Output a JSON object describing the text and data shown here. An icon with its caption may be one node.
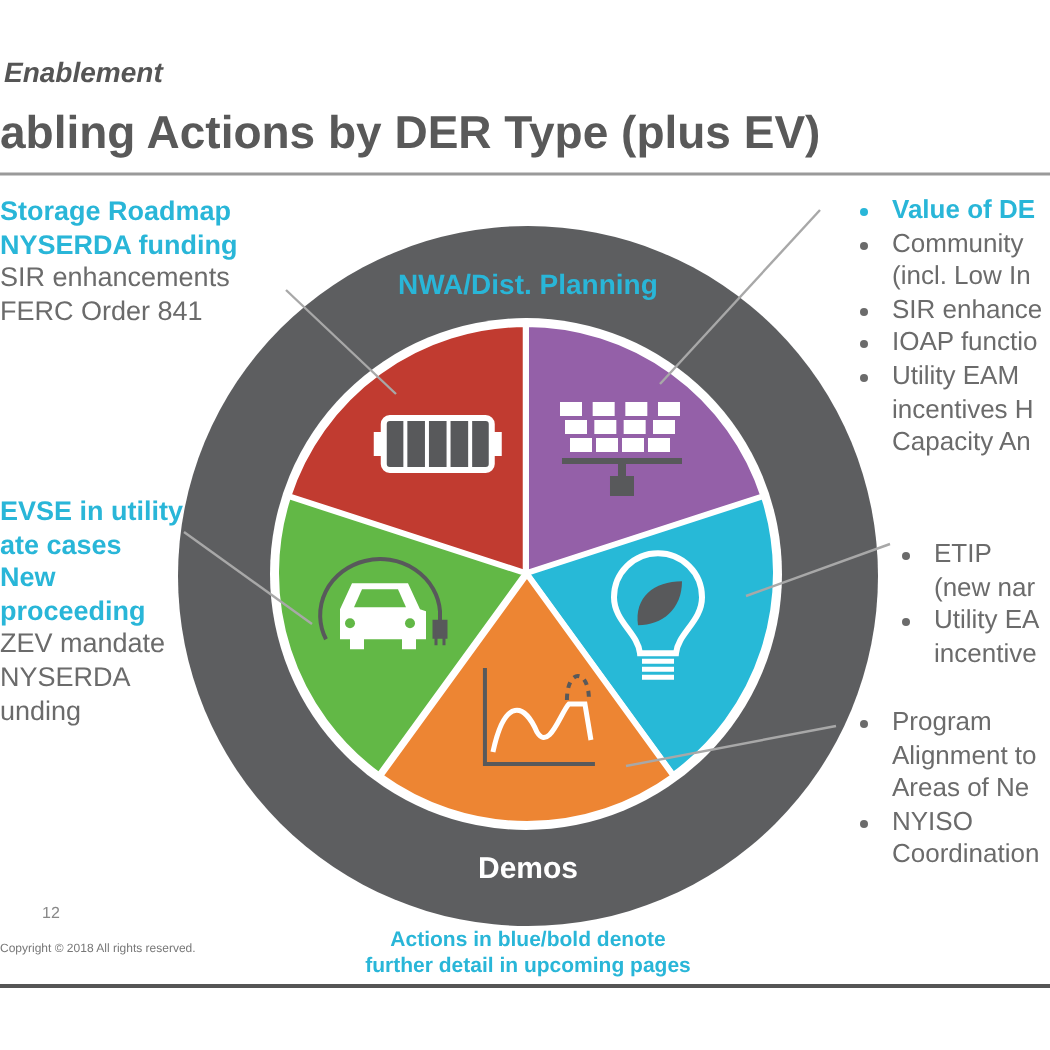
{
  "diagram": {
    "title": "abling Actions by DER Type (plus EV)",
    "nodes": [
      {
        "text": [
          "Storage Roadmap",
          "NYSERDA funding",
          "SIR enhancements",
          "FERC Order 841"
        ]
      },
      {
        "text": [
          "Value of DE",
          "Community (incl. Low In",
          "SIR enhance",
          "IOAP functio",
          "Utility EAM incentives H Capacity An"
        ]
      },
      {
        "text": [
          "NWA/Dist. Planning",
          "Demos"
        ]
      },
      {
        "text": [],
        "shape": "picture",
        "in": 2
      },
      {
        "text": [],
        "shape": "picture",
        "in": 2
      },
      {
        "text": [],
        "shape": "picture",
        "in": 2
      },
      {
        "text": [],
        "shape": "picture",
        "in": 2
      },
      {
        "text": [],
        "shape": "picture",
        "in": 2
      },
      {
        "text": [
          "EVSE in utility ate cases",
          "New proceeding",
          "ZEV mandate",
          "NYSERDA unding"
        ]
      },
      {
        "text": [
          "ETIP (new nar",
          "Utility EA incentive"
        ]
      },
      {
        "text": [
          "Program Alignment to Areas of Ne",
          "NYISO Coordination"
        ]
      }
    ],
    "edges": [
      {
        "from": 0,
        "to": 3,
        "arrow": "none"
      },
      {
        "from": 1,
        "to": 4,
        "arrow": "none"
      },
      {
        "from": 8,
        "to": 5,
        "arrow": "none"
      },
      {
        "from": 9,
        "to": 6,
        "arrow": "none"
      },
      {
        "from": 10,
        "to": 7,
        "arrow": "none"
      }
    ],
    "labels": [
      "Enablement",
      "12",
      "Copyright © 2018 All rights reserved.",
      "Actions in blue/bold denote further detail in upcoming pages"
    ]
  }
}
